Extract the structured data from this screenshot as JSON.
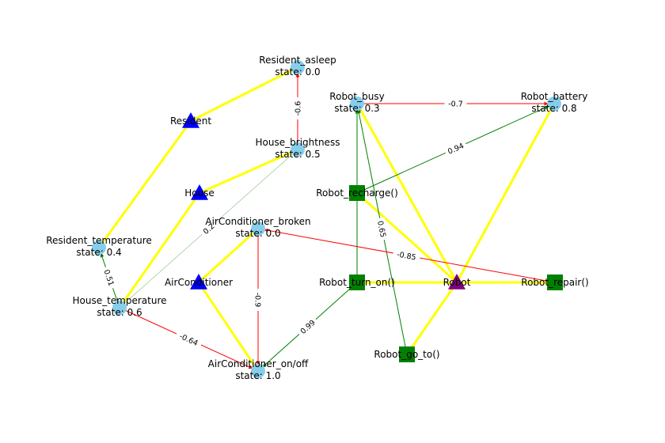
{
  "nodes": [
    {
      "id": "resident_asleep",
      "label": "Resident_asleep",
      "state": "state: 0.0",
      "shape": "circle"
    },
    {
      "id": "resident",
      "label": "Resident",
      "state": "",
      "shape": "triangle"
    },
    {
      "id": "house_brightness",
      "label": "House_brightness",
      "state": "state: 0.5",
      "shape": "circle"
    },
    {
      "id": "house",
      "label": "House",
      "state": "",
      "shape": "triangle"
    },
    {
      "id": "resident_temperature",
      "label": "Resident_temperature",
      "state": "state: 0.4",
      "shape": "circle"
    },
    {
      "id": "house_temperature",
      "label": "House_temperature",
      "state": "state: 0.6",
      "shape": "circle"
    },
    {
      "id": "ac_broken",
      "label": "AirConditioner_broken",
      "state": "state: 0.0",
      "shape": "circle"
    },
    {
      "id": "air_conditioner",
      "label": "AirConditioner",
      "state": "",
      "shape": "triangle"
    },
    {
      "id": "ac_onoff",
      "label": "AirConditioner_on/off",
      "state": "state: 1.0",
      "shape": "circle"
    },
    {
      "id": "robot_busy",
      "label": "Robot_busy",
      "state": "state: 0.3",
      "shape": "circle"
    },
    {
      "id": "robot_battery",
      "label": "Robot_battery",
      "state": "state: 0.8",
      "shape": "circle"
    },
    {
      "id": "robot_recharge",
      "label": "Robot_recharge()",
      "state": "",
      "shape": "square"
    },
    {
      "id": "robot_turn_on",
      "label": "Robot_turn_on()",
      "state": "",
      "shape": "square"
    },
    {
      "id": "robot",
      "label": "Robot",
      "state": "",
      "shape": "triangle-purple"
    },
    {
      "id": "robot_repair",
      "label": "Robot_repair()",
      "state": "",
      "shape": "square"
    },
    {
      "id": "robot_go_to",
      "label": "Robot_go_to()",
      "state": "",
      "shape": "square"
    }
  ],
  "edges": [
    {
      "from": "resident",
      "to": "resident_asleep",
      "kind": "ownership",
      "label": ""
    },
    {
      "from": "resident",
      "to": "resident_temperature",
      "kind": "ownership",
      "label": ""
    },
    {
      "from": "house",
      "to": "house_brightness",
      "kind": "ownership",
      "label": ""
    },
    {
      "from": "house",
      "to": "house_temperature",
      "kind": "ownership",
      "label": ""
    },
    {
      "from": "air_conditioner",
      "to": "ac_broken",
      "kind": "ownership",
      "label": ""
    },
    {
      "from": "air_conditioner",
      "to": "ac_onoff",
      "kind": "ownership",
      "label": ""
    },
    {
      "from": "robot",
      "to": "robot_busy",
      "kind": "ownership",
      "label": ""
    },
    {
      "from": "robot",
      "to": "robot_battery",
      "kind": "ownership",
      "label": ""
    },
    {
      "from": "robot",
      "to": "robot_recharge",
      "kind": "ownership",
      "label": ""
    },
    {
      "from": "robot",
      "to": "robot_turn_on",
      "kind": "ownership",
      "label": ""
    },
    {
      "from": "robot",
      "to": "robot_repair",
      "kind": "ownership",
      "label": ""
    },
    {
      "from": "robot",
      "to": "robot_go_to",
      "kind": "ownership",
      "label": ""
    },
    {
      "from": "house_brightness",
      "to": "resident_asleep",
      "kind": "negative",
      "label": "-0.6"
    },
    {
      "from": "robot_busy",
      "to": "robot_battery",
      "kind": "negative",
      "label": "-0.7"
    },
    {
      "from": "robot_recharge",
      "to": "robot_battery",
      "kind": "positive",
      "label": "0.94"
    },
    {
      "from": "robot_recharge",
      "to": "robot_busy",
      "kind": "positive",
      "label": ""
    },
    {
      "from": "robot_turn_on",
      "to": "robot_busy",
      "kind": "positive",
      "label": ""
    },
    {
      "from": "robot_go_to",
      "to": "robot_busy",
      "kind": "positive",
      "label": "0.65"
    },
    {
      "from": "robot_repair",
      "to": "ac_broken",
      "kind": "negative",
      "label": "-0.85"
    },
    {
      "from": "ac_broken",
      "to": "ac_onoff",
      "kind": "negative",
      "label": "-0.9"
    },
    {
      "from": "robot_turn_on",
      "to": "ac_onoff",
      "kind": "positive",
      "label": "0.99"
    },
    {
      "from": "house_temperature",
      "to": "ac_onoff",
      "kind": "negative",
      "label": "-0.64"
    },
    {
      "from": "house_temperature",
      "to": "resident_temperature",
      "kind": "positive",
      "label": "0.51"
    },
    {
      "from": "house_temperature",
      "to": "house_brightness",
      "kind": "positive-thin",
      "label": "0.2"
    }
  ],
  "colors": {
    "ownership": "#ffff00",
    "positive": "#008000",
    "negative": "#ff0000",
    "state_node": "#87ceeb",
    "action_node": "#008000",
    "entity_node": "#0000ff",
    "robot_node": "#800080"
  }
}
